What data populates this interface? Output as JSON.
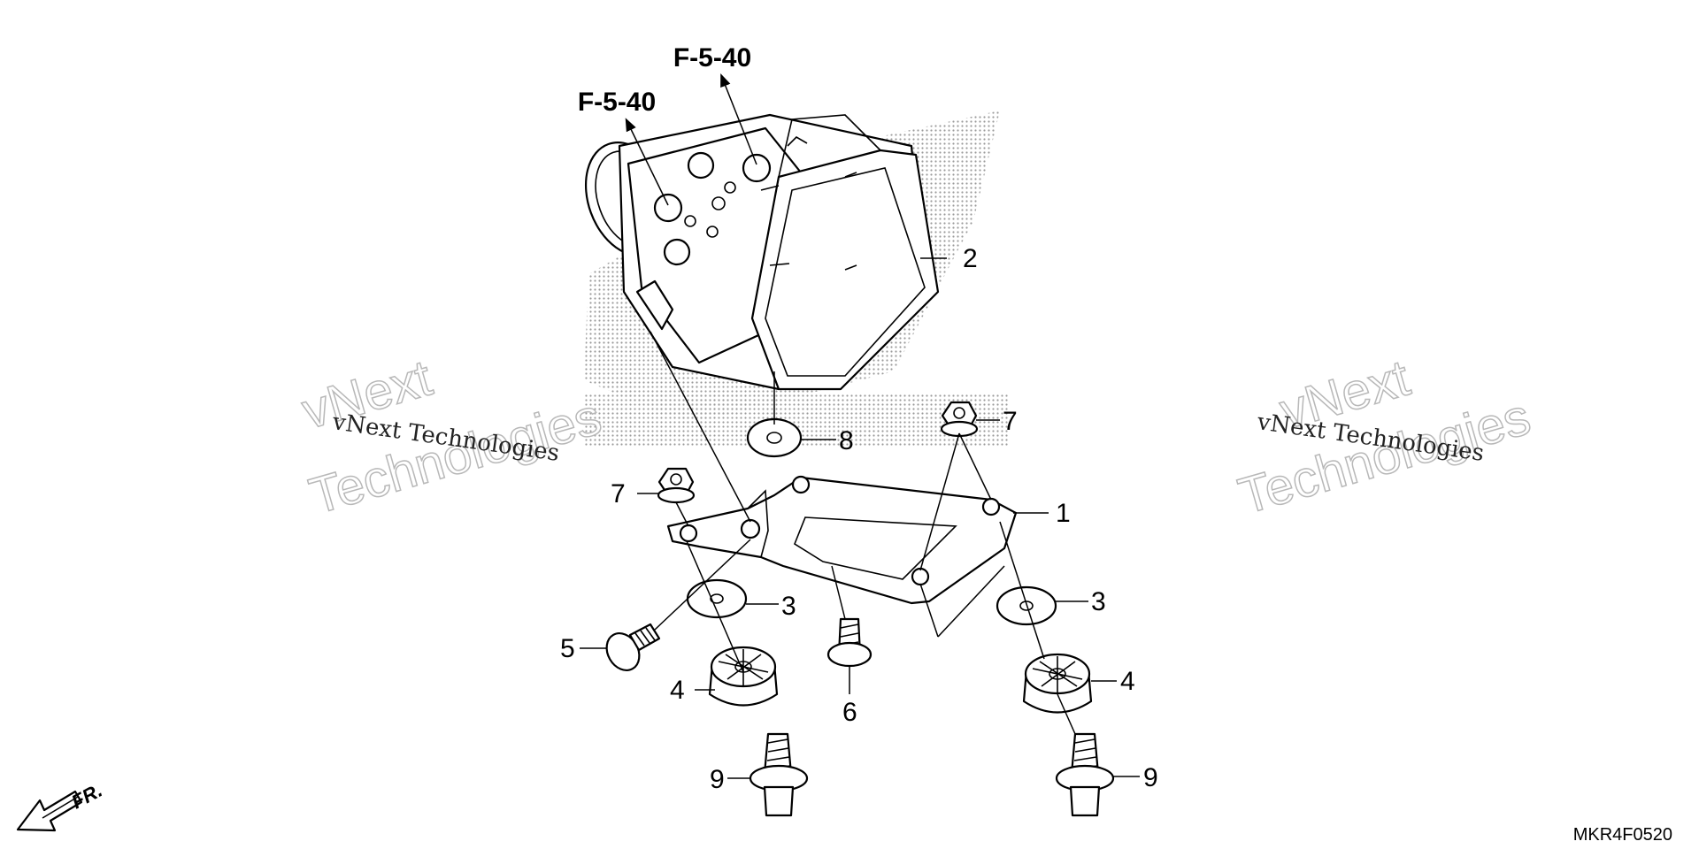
{
  "references": {
    "ref_upper": "F-5-40",
    "ref_lower": "F-5-40"
  },
  "callouts": {
    "c1": "1",
    "c2": "2",
    "c3_left": "3",
    "c3_right": "3",
    "c4_left": "4",
    "c4_right": "4",
    "c5": "5",
    "c6": "6",
    "c7_left": "7",
    "c7_right": "7",
    "c8": "8",
    "c9_left": "9",
    "c9_right": "9"
  },
  "direction_label": "FR.",
  "diagram_code": "MKR4F0520",
  "watermarks": {
    "line_small": "vNext Technologies",
    "line_big_1": "vNext",
    "line_big_2": "Technologies"
  },
  "colors": {
    "ink": "#000000",
    "paper": "#ffffff",
    "dot_shading": "#9a9a9a"
  }
}
